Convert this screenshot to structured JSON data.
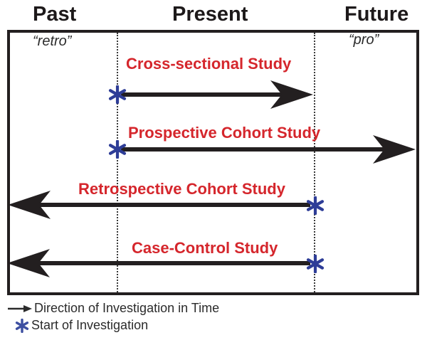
{
  "timeline": {
    "headers": {
      "past": "Past",
      "present": "Present",
      "future": "Future"
    },
    "zone_labels": {
      "retro": "“retro”",
      "pro": "“pro”"
    }
  },
  "studies": [
    {
      "name": "Cross-sectional Study",
      "direction": "right",
      "starts_at": "present-line"
    },
    {
      "name": "Prospective Cohort Study",
      "direction": "right",
      "starts_at": "present-line"
    },
    {
      "name": "Retrospective Cohort Study",
      "direction": "left",
      "starts_at": "future-line"
    },
    {
      "name": "Case-Control Study",
      "direction": "left",
      "starts_at": "future-line"
    }
  ],
  "legend": {
    "direction_item": "Direction of Investigation in Time",
    "start_item": "Start of Investigation"
  },
  "icons": {
    "direction_arrow_glyph": "→",
    "start_marker_glyph": "✱"
  },
  "colors": {
    "ink": "#231f20",
    "study_label_red": "#d5262c",
    "start_marker_blue": "#2e3d97"
  }
}
